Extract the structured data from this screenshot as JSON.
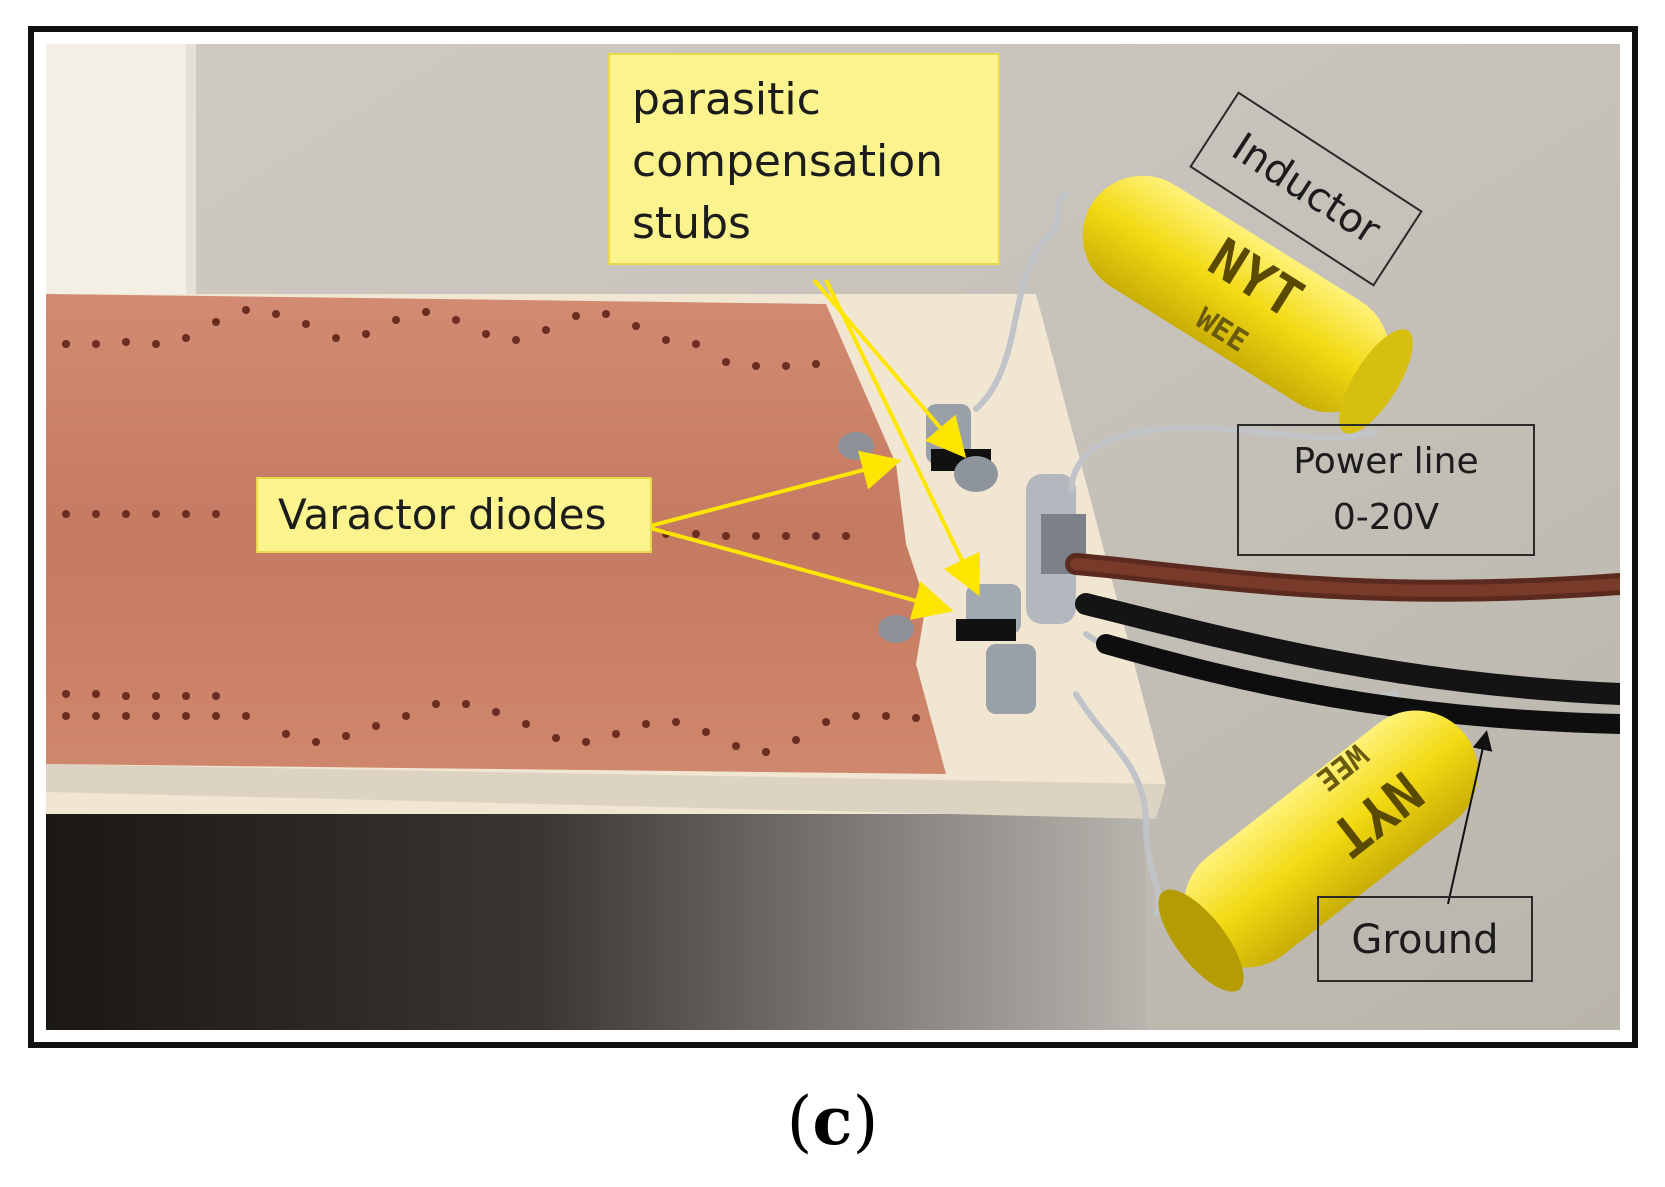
{
  "labels": {
    "stubs": "parasitic\ncompensation\nstubs",
    "diodes": "Varactor diodes",
    "inductor": "Inductor",
    "power_line": "Power line\n0-20V",
    "ground": "Ground"
  },
  "component_markings": {
    "top": [
      "NYT",
      "WEE"
    ],
    "bottom": [
      "NYT",
      "WEE"
    ]
  },
  "caption": "c",
  "colors": {
    "label_fill": "#fbf38e",
    "arrow": "#ffe600",
    "copper": "#c9826a",
    "capacitor": "#f2dc1a"
  }
}
